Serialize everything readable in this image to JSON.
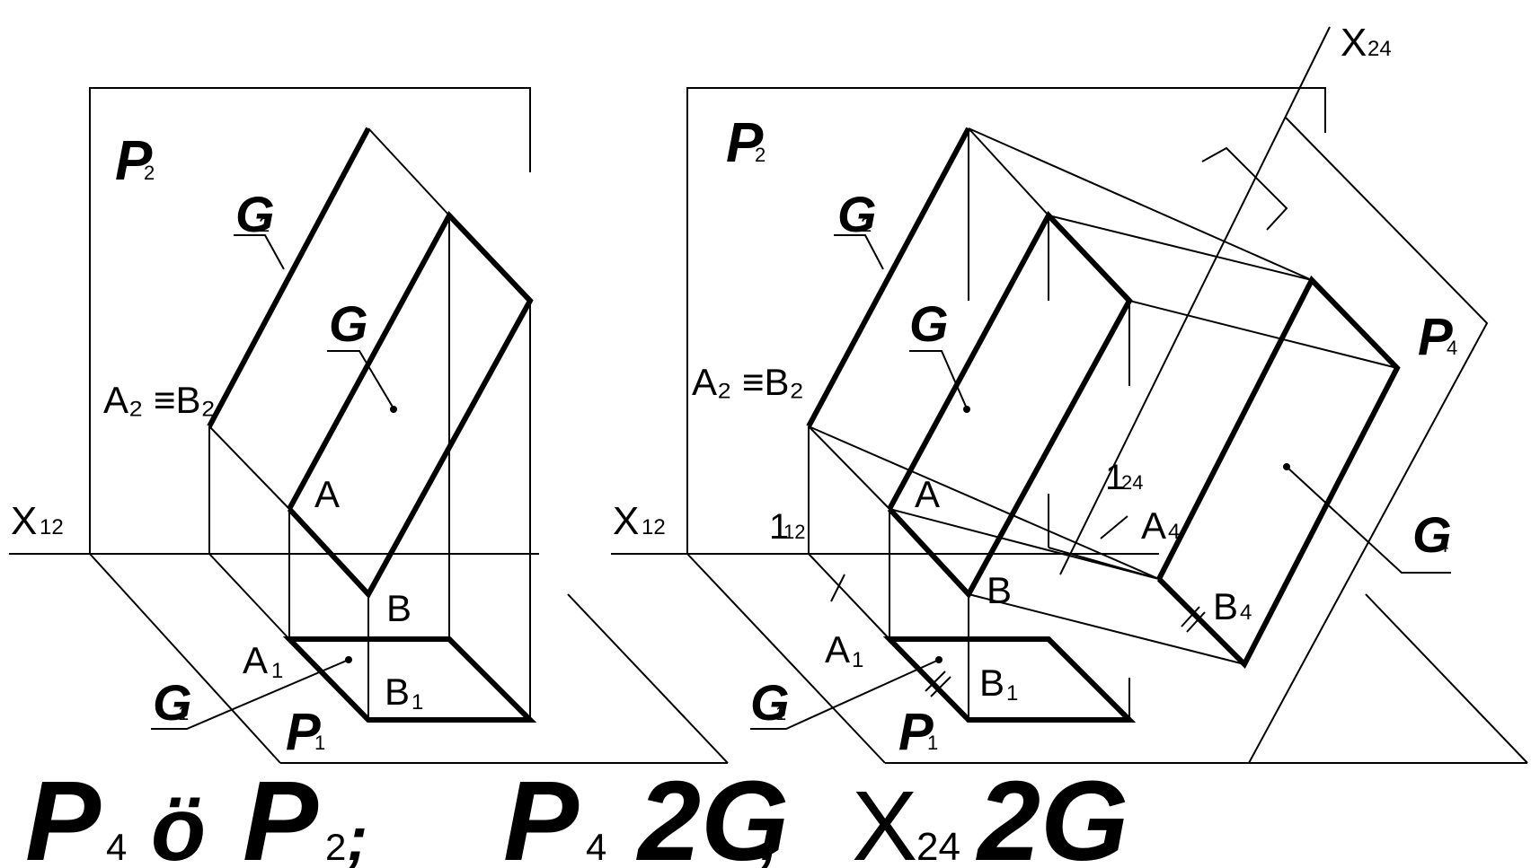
{
  "left": {
    "plane_p2": "P",
    "p2_sub": "2",
    "g2_top": "G",
    "g2_top_sub": "2",
    "g_middle": "G",
    "a2b2": "A₂ ≡B₂",
    "label_a": "A",
    "label_b": "B",
    "x12": "X",
    "x12_sub": "12",
    "a1": "A",
    "a1_sub": "1",
    "b1": "B",
    "b1_sub": "1",
    "g1": "G",
    "g1_sub": "1",
    "p1": "P",
    "p1_sub": "1"
  },
  "right": {
    "plane_p2": "P",
    "p2_sub": "2",
    "x24": "X",
    "x24_sub": "24",
    "g2_top": "G",
    "g2_top_sub": "2",
    "g_middle": "G",
    "a2b2": "A₂ ≡B₂",
    "label_a": "A",
    "label_b": "B",
    "x12": "X",
    "x12_sub": "12",
    "one12": "1",
    "one12_sub": "12",
    "one24": "1",
    "one24_sub": "24",
    "a4": "A",
    "a4_sub": "4",
    "b4": "B",
    "b4_sub": "4",
    "p4": "P",
    "p4_sub": "4",
    "g4": "G",
    "g4_sub": "4",
    "a1": "A",
    "a1_sub": "1",
    "b1": "B",
    "b1_sub": "1",
    "g1": "G",
    "g1_sub": "1",
    "p1": "P",
    "p1_sub": "1"
  },
  "formula": {
    "p4": "P",
    "p4_sub": "4",
    "perp": "ö",
    "p2": "P",
    "p2_sub": "2",
    "sep1": ";",
    "p4b": "P",
    "p4b_sub": "4",
    "two_g": "2G",
    "sep2": ";",
    "x24": "X",
    "x24_sub": "24",
    "two_g_b": "2G"
  }
}
